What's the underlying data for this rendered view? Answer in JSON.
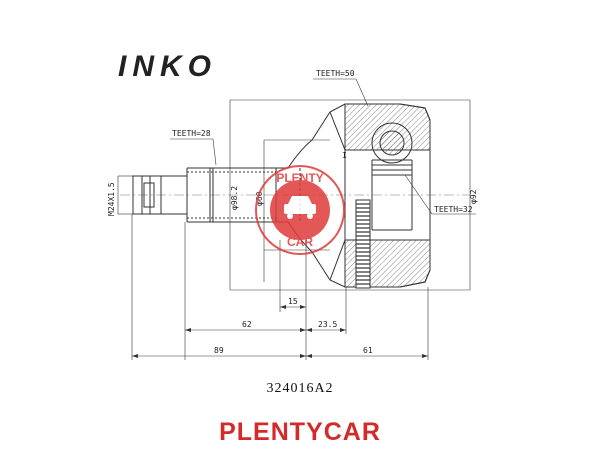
{
  "brand": "INKO",
  "part_number": "324016A2",
  "footer": "PLENTYCAR",
  "watermark": {
    "top": "PLENTY",
    "bottom": "CAR"
  },
  "labels": {
    "teeth_outer": "TEETH=50",
    "teeth_shaft": "TEETH=28",
    "teeth_inner": "TEETH=32",
    "thread": "M24X1.5",
    "dia_98": "φ98.2",
    "dia_60": "φ60",
    "dia_92": "φ92",
    "dim_15": "15",
    "dim_62": "62",
    "dim_23_5": "23.5",
    "dim_89": "89",
    "dim_61": "61",
    "section_mark": "I"
  },
  "colors": {
    "accent": "#d42a2a",
    "line": "#333333",
    "watermark": "#e03a3a"
  }
}
